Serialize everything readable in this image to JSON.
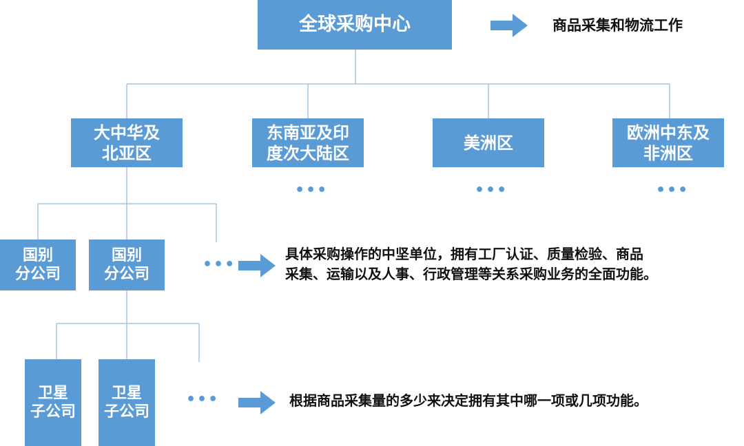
{
  "colors": {
    "box": "#5b9bd5",
    "line": "#a6c4e0",
    "text": "#111111"
  },
  "top": {
    "label": "全球采购中心",
    "description": "商品采集和物流工作"
  },
  "regions": [
    {
      "line1": "大中华及",
      "line2": "北亚区",
      "has_more": false
    },
    {
      "line1": "东南亚及印",
      "line2": "度次大陆区",
      "has_more": true
    },
    {
      "line1": "美洲区",
      "line2": "",
      "has_more": true
    },
    {
      "line1": "欧洲中东及",
      "line2": "非洲区",
      "has_more": true
    }
  ],
  "branches": {
    "items": [
      {
        "line1": "国别",
        "line2": "分公司"
      },
      {
        "line1": "国别",
        "line2": "分公司"
      }
    ],
    "more": "•••",
    "description_line1": "具体采购操作的中坚单位，拥有工厂认证、质量检验、商品",
    "description_line2": "采集、运输以及人事、行政管理等关系采购业务的全面功能。"
  },
  "satellites": {
    "items": [
      {
        "line1": "卫星",
        "line2": "子公司"
      },
      {
        "line1": "卫星",
        "line2": "子公司"
      }
    ],
    "more": "•••",
    "description": "根据商品采集量的多少来决定拥有其中哪一项或几项功能。"
  },
  "region_more": "•••"
}
